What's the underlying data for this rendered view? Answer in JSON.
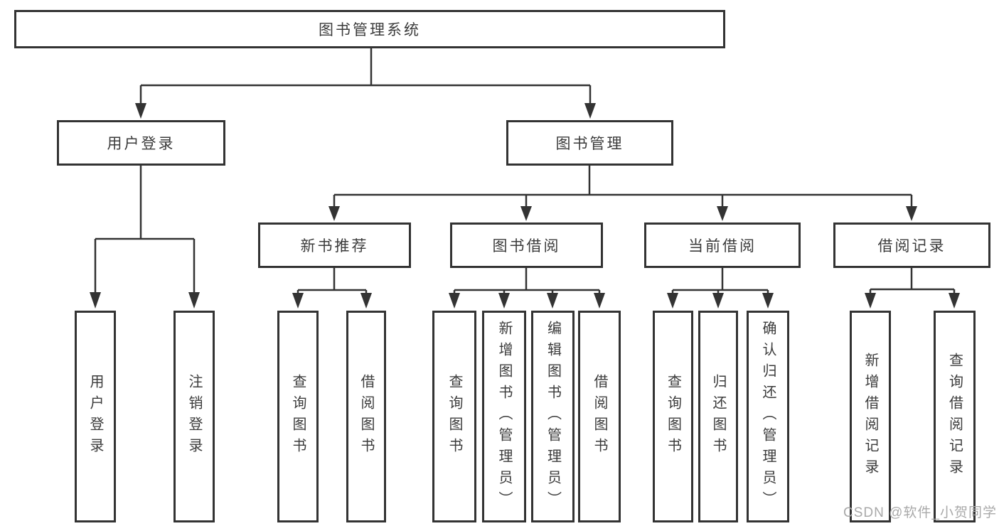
{
  "nodes": {
    "root": {
      "label": "图书管理系统"
    },
    "login": {
      "label": "用户登录"
    },
    "mgmt": {
      "label": "图书管理"
    },
    "newbook": {
      "label": "新书推荐"
    },
    "borrow": {
      "label": "图书借阅"
    },
    "current": {
      "label": "当前借阅"
    },
    "records": {
      "label": "借阅记录"
    },
    "login_user": {
      "label": "用户登录"
    },
    "login_out": {
      "label": "注销登录"
    },
    "nb_query": {
      "label": "查询图书"
    },
    "nb_borrow": {
      "label": "借阅图书"
    },
    "bw_query": {
      "label": "查询图书"
    },
    "bw_add": {
      "label": "新增图书（管理员）"
    },
    "bw_edit": {
      "label": "编辑图书（管理员）"
    },
    "bw_borrow": {
      "label": "借阅图书"
    },
    "cur_query": {
      "label": "查询图书"
    },
    "cur_return": {
      "label": "归还图书"
    },
    "cur_confirm": {
      "label": "确认归还（管理员）"
    },
    "rec_add": {
      "label": "新增借阅记录"
    },
    "rec_query": {
      "label": "查询借阅记录"
    }
  },
  "edges": [
    [
      "图书管理系统",
      "用户登录"
    ],
    [
      "图书管理系统",
      "图书管理"
    ],
    [
      "用户登录",
      "用户登录"
    ],
    [
      "用户登录",
      "注销登录"
    ],
    [
      "图书管理",
      "新书推荐"
    ],
    [
      "图书管理",
      "图书借阅"
    ],
    [
      "图书管理",
      "当前借阅"
    ],
    [
      "图书管理",
      "借阅记录"
    ],
    [
      "新书推荐",
      "查询图书"
    ],
    [
      "新书推荐",
      "借阅图书"
    ],
    [
      "图书借阅",
      "查询图书"
    ],
    [
      "图书借阅",
      "新增图书（管理员）"
    ],
    [
      "图书借阅",
      "编辑图书（管理员）"
    ],
    [
      "图书借阅",
      "借阅图书"
    ],
    [
      "当前借阅",
      "查询图书"
    ],
    [
      "当前借阅",
      "归还图书"
    ],
    [
      "当前借阅",
      "确认归还（管理员）"
    ],
    [
      "借阅记录",
      "新增借阅记录"
    ],
    [
      "借阅记录",
      "查询借阅记录"
    ]
  ],
  "watermark": {
    "text": "CSDN @软件_小贺同学"
  },
  "colors": {
    "line": "#333333",
    "text": "#3b3b3b",
    "background": "#ffffff",
    "watermark": "#a9a9a9"
  }
}
